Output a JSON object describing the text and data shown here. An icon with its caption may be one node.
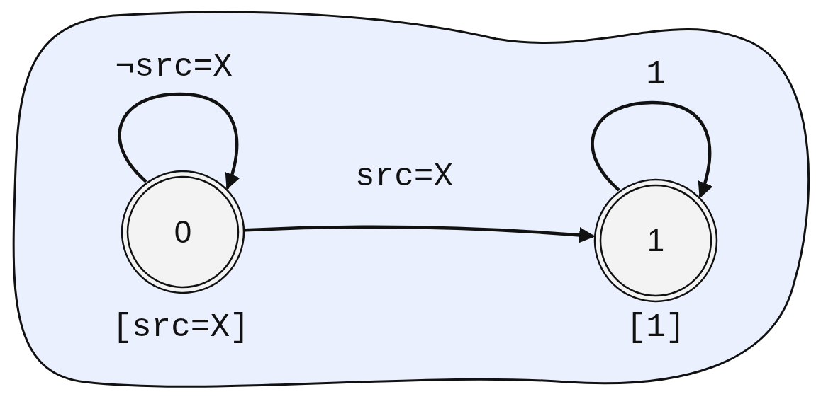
{
  "diagram": {
    "nodes": [
      {
        "text": [],
        "shape": "cloud"
      },
      {
        "text": [
          "0"
        ],
        "in": 0,
        "beside": [
          "[src=X]"
        ]
      },
      {
        "text": [
          "1"
        ],
        "in": 0,
        "beside": [
          "[1]"
        ]
      }
    ],
    "edges": [
      {
        "from": 1,
        "to": 1,
        "arrow": "to",
        "label": "¬src=X"
      },
      {
        "from": 1,
        "to": 2,
        "arrow": "to",
        "label": "src=X"
      },
      {
        "from": 2,
        "to": 2,
        "arrow": "to",
        "label": "1"
      }
    ]
  }
}
